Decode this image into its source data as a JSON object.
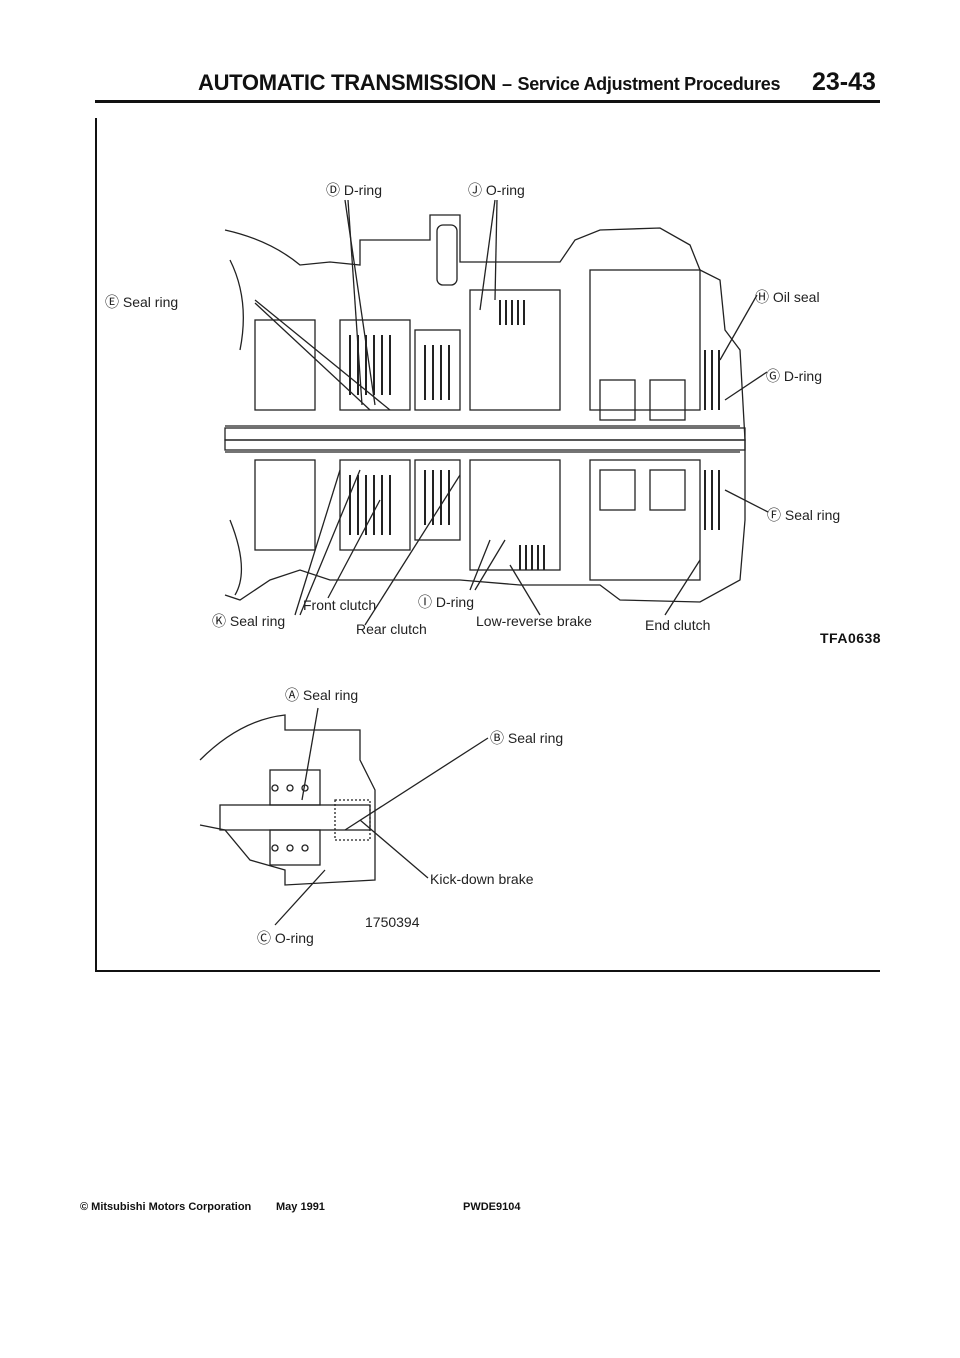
{
  "header": {
    "title": "AUTOMATIC TRANSMISSION",
    "separator": "–",
    "subtitle": "Service Adjustment Procedures",
    "page_number": "23-43"
  },
  "figure1": {
    "code": "TFA0638",
    "labels": {
      "d": "Ⓓ D-ring",
      "j": "Ⓙ O-ring",
      "e": "Ⓔ Seal ring",
      "h": "Ⓗ Oil seal",
      "g": "Ⓖ D-ring",
      "f": "Ⓕ Seal ring",
      "front_clutch": "Front clutch",
      "i": "Ⓘ D-ring",
      "k": "Ⓚ Seal ring",
      "rear_clutch": "Rear clutch",
      "low_reverse": "Low-reverse brake",
      "end_clutch": "End clutch"
    }
  },
  "figure2": {
    "code": "1750394",
    "labels": {
      "a": "Ⓐ Seal ring",
      "b": "Ⓑ Seal ring",
      "kickdown": "Kick-down brake",
      "c": "Ⓒ O-ring"
    }
  },
  "footer": {
    "copyright": "© Mitsubishi Motors Corporation",
    "date": "May 1991",
    "code": "PWDE9104"
  }
}
